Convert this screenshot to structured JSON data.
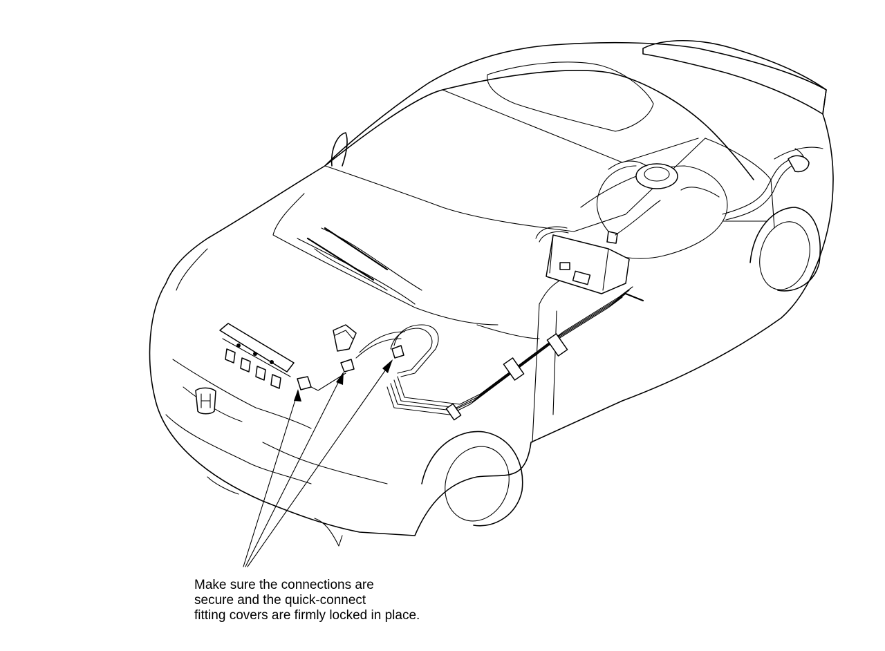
{
  "callout": {
    "lines": [
      "Make sure the connections are",
      "secure and the quick-connect",
      "fitting covers are firmly locked in place."
    ]
  }
}
